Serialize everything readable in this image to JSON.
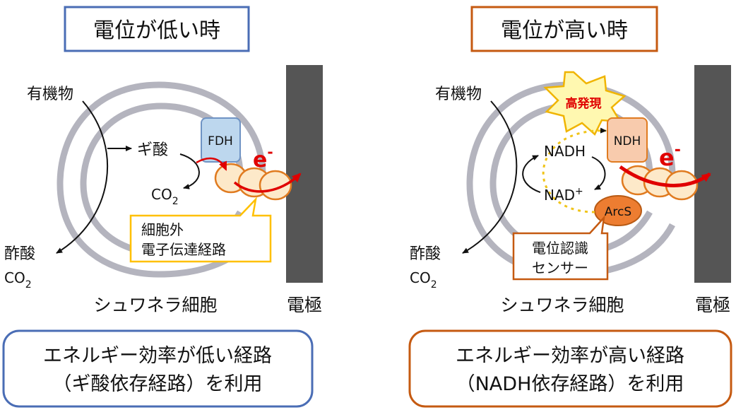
{
  "colors": {
    "blue_border": "#4a6db5",
    "orange_border": "#c55a11",
    "cell_gray": "#b4b4be",
    "electrode_gray": "#555555",
    "fdh_fill": "#bdd7ee",
    "ndh_fill": "#f8cbad",
    "arcs_fill": "#ed7d31",
    "cyto_fill": "#fde9c9",
    "cyto_stroke": "#e07b20",
    "callout_stroke": "#ffc000",
    "arrow_red": "#e00000",
    "burst_fill": "#fff8b0",
    "burst_stroke": "#f0b400"
  },
  "left": {
    "title": "電位が低い時",
    "organic": "有機物",
    "formate": "ギ酸",
    "co2_main": "CO",
    "co2_sub": "2",
    "enzyme": "FDH",
    "electron": "e",
    "electron_sup": "-",
    "acetate": "酢酸",
    "co2b_main": "CO",
    "co2b_sub": "2",
    "callout_line1": "細胞外",
    "callout_line2": "電子伝達経路",
    "cell_label": "シュワネラ細胞",
    "electrode_label": "電極",
    "summary_line1": "エネルギー効率が低い経路",
    "summary_line2": "（ギ酸依存経路）を利用"
  },
  "right": {
    "title": "電位が高い時",
    "organic": "有機物",
    "burst": "高発現",
    "nadh": "NADH",
    "nad": "NAD",
    "nad_sup": "+",
    "enzyme": "NDH",
    "electron": "e",
    "electron_sup": "-",
    "sensor": "ArcS",
    "acetate": "酢酸",
    "co2b_main": "CO",
    "co2b_sub": "2",
    "callout_line1": "電位認識",
    "callout_line2": "センサー",
    "cell_label": "シュワネラ細胞",
    "electrode_label": "電極",
    "summary_line1": "エネルギー効率が高い経路",
    "summary_line2": "（NADH依存経路）を利用"
  }
}
